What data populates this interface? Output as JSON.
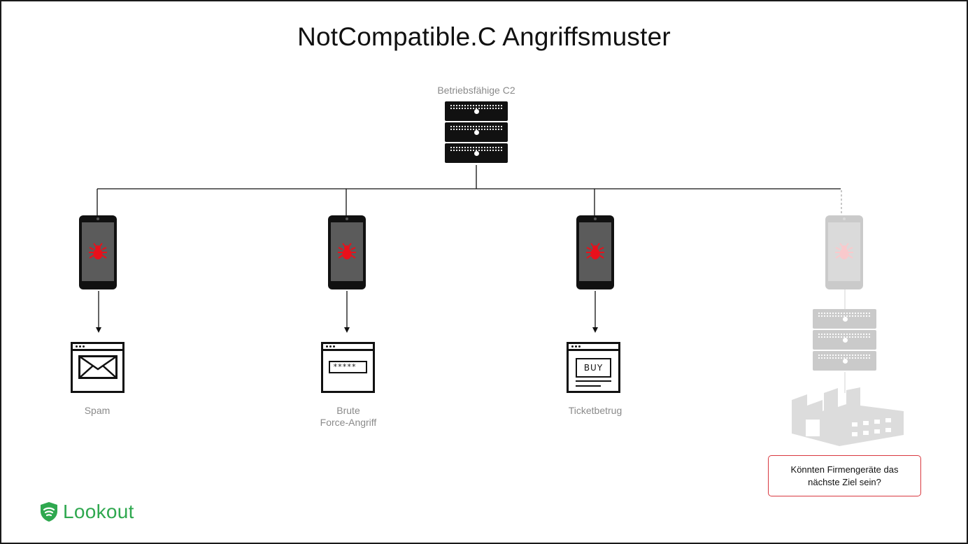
{
  "title": "NotCompatible.C Angriffsmuster",
  "server": {
    "label": "Betriebsfähige C2",
    "icon": "server-rack-icon"
  },
  "targets": [
    {
      "label": "Spam",
      "icon": "envelope-window-icon"
    },
    {
      "label_line1": "Brute",
      "label_line2": "Force-Angriff",
      "icon": "password-window-icon",
      "password_mask": "*****"
    },
    {
      "label": "Ticketbetrug",
      "icon": "buy-window-icon",
      "buy_text": "BUY"
    }
  ],
  "infected_device_icon": "infected-phone-icon",
  "future_target": {
    "icons": [
      "infected-phone-icon",
      "server-rack-icon",
      "factory-icon"
    ],
    "callout_text": "Könnten Firmengeräte das nächste Ziel sein?"
  },
  "brand": {
    "name": "Lookout",
    "icon": "lookout-shield-icon",
    "color": "#2fa84f"
  },
  "colors": {
    "bug": "#e8101b",
    "callout_border": "#d9383f",
    "label": "#8a8a8a",
    "faded": "#cfcfcf"
  }
}
